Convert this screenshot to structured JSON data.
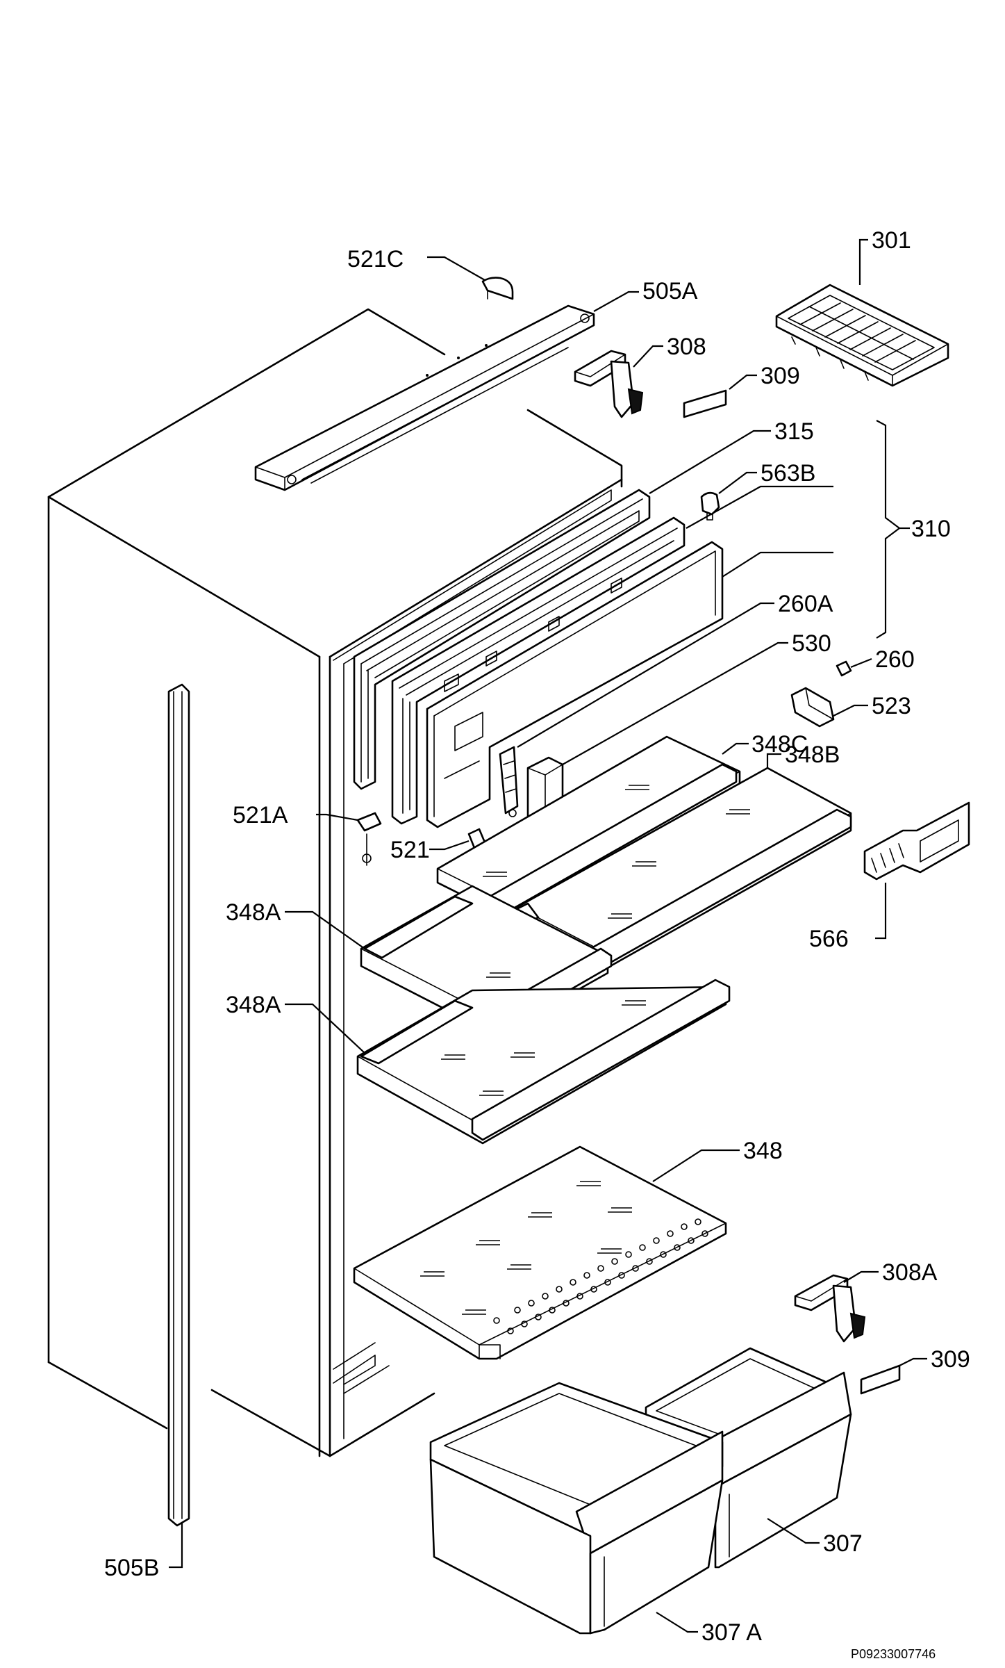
{
  "labels": {
    "l301": "301",
    "l505a": "505A",
    "l521c": "521C",
    "l308": "308",
    "l309a": "309",
    "l315": "315",
    "l563b": "563B",
    "l310": "310",
    "l260a": "260A",
    "l530": "530",
    "l260": "260",
    "l523": "523",
    "l348c": "348C",
    "l348b": "348B",
    "l521a": "521A",
    "l521": "521",
    "l348a1": "348A",
    "l348a2": "348A",
    "l566": "566",
    "l348": "348",
    "l308a": "308A",
    "l309b": "309",
    "l307": "307",
    "l307a": "307 A",
    "l505b": "505B"
  },
  "drawing_code": "P09233007746"
}
